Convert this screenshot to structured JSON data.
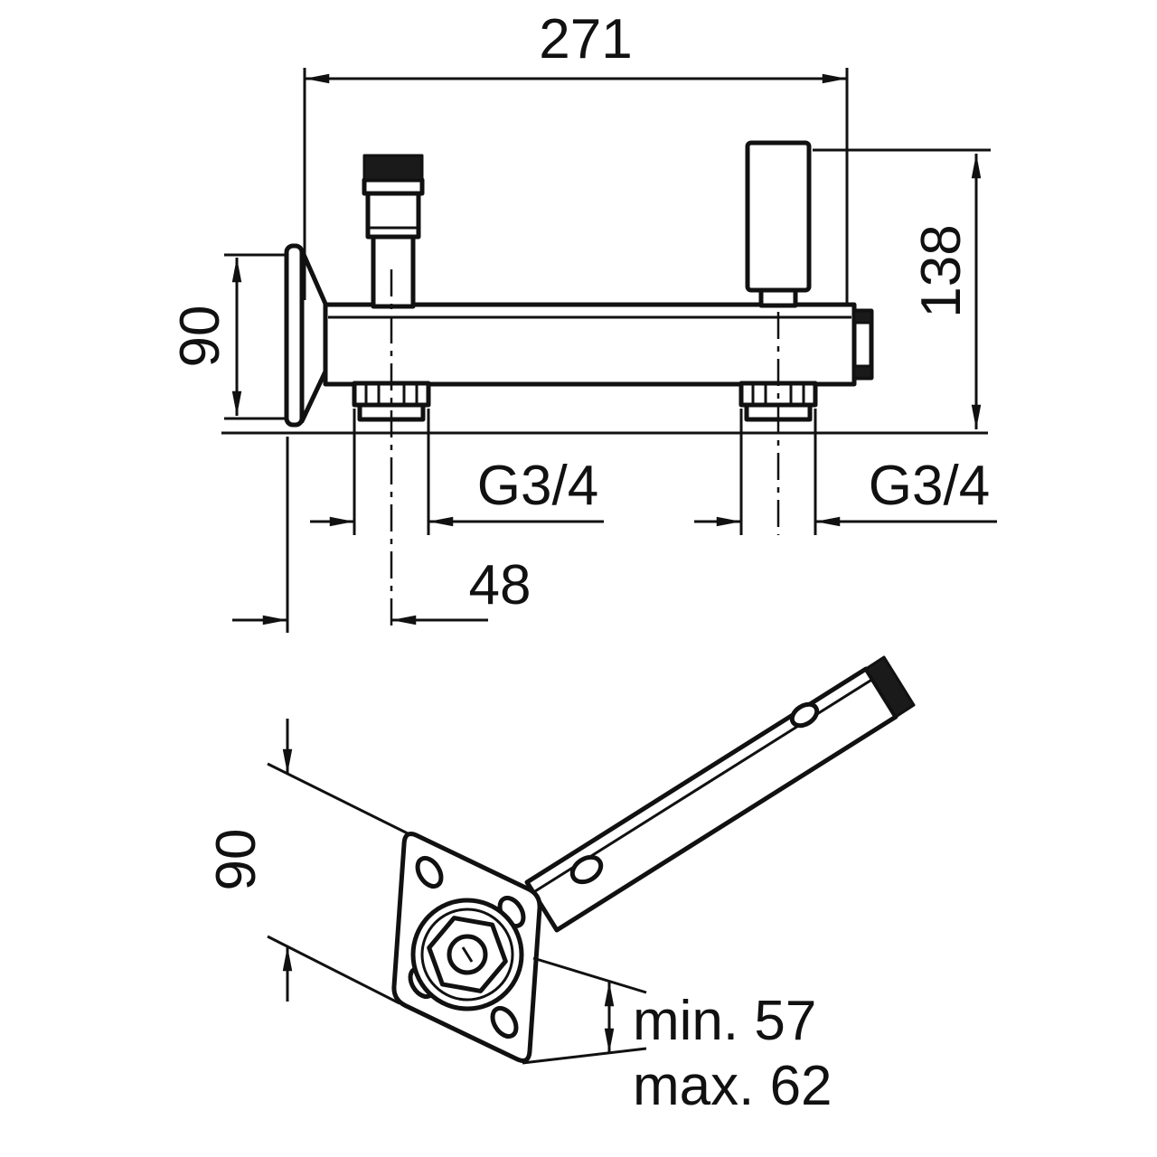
{
  "side_view": {
    "dim_total_width": "271",
    "dim_height": "138",
    "dim_flange_diameter": "90",
    "thread_left": "G3/4",
    "thread_right": "G3/4",
    "dim_outlet_offset": "48"
  },
  "iso_view": {
    "dim_flange_size": "90",
    "depth_min_label": "min. 57",
    "depth_max_label": "max. 62"
  },
  "colors": {
    "line": "#111111",
    "background": "#ffffff",
    "fill_dark": "#1a1a1a"
  }
}
